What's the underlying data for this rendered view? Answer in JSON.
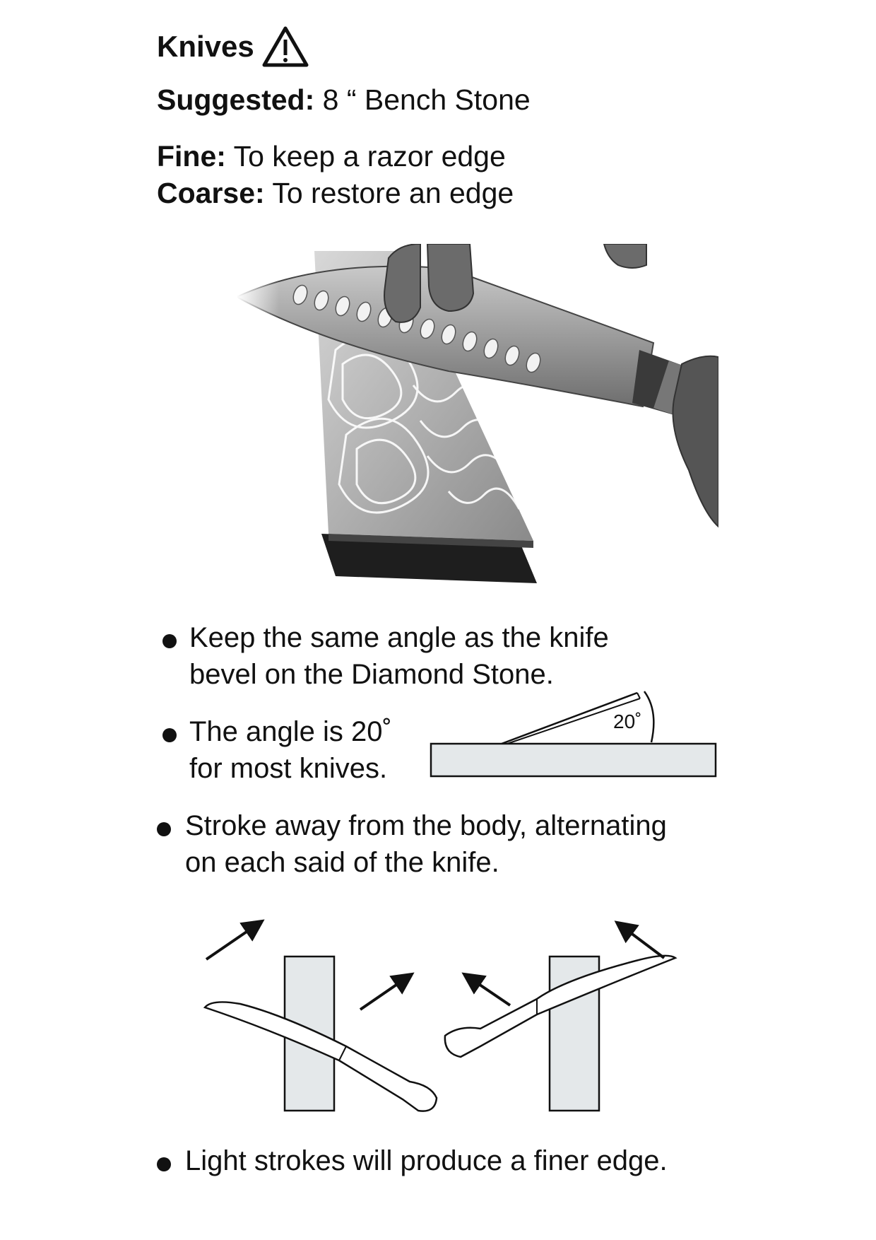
{
  "header": {
    "title": "Knives",
    "warning_icon": "warning-triangle-icon"
  },
  "specs": {
    "suggested_label": "Suggested:",
    "suggested_value": " 8 “ Bench Stone",
    "fine_label": "Fine:",
    "fine_value": " To keep a razor edge",
    "coarse_label": "Coarse:",
    "coarse_value": " To restore an edge"
  },
  "tips": [
    {
      "line1": "Keep the same angle as the knife",
      "line2": "bevel on the Diamond Stone."
    },
    {
      "line1": "The angle is 20˚",
      "line2": "for most knives."
    },
    {
      "line1": "Stroke away from the body,  alternating",
      "line2": "on each said of the knife."
    },
    {
      "line1": "Light strokes will produce a finer edge."
    }
  ],
  "angle_diagram": {
    "angle_label": "20˚"
  },
  "colors": {
    "stone_fill": "#e4e8ea",
    "text": "#111111"
  }
}
